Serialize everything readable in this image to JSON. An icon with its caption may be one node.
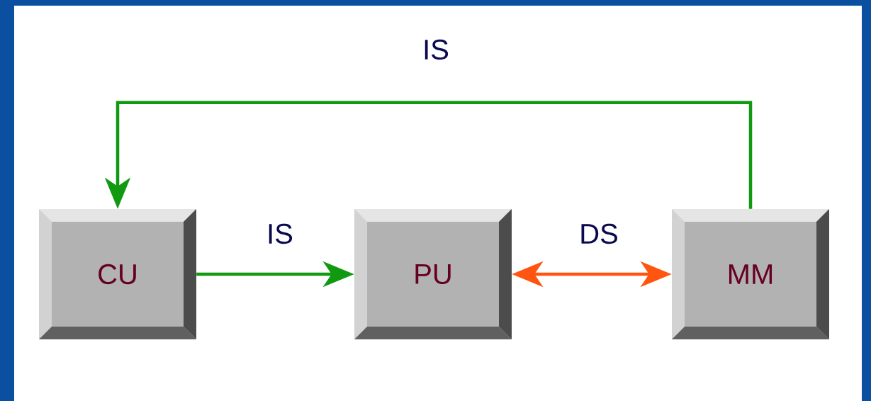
{
  "diagram": {
    "nodes": [
      {
        "text": [
          "CU"
        ]
      },
      {
        "text": [
          "PU"
        ]
      },
      {
        "text": [
          "MM"
        ]
      }
    ],
    "edges": [
      {
        "from": 0,
        "to": 1,
        "arrow": "to",
        "label": "IS"
      },
      {
        "from": 1,
        "to": 2,
        "arrow": "both",
        "label": "DS",
        "color": "#ff5511"
      },
      {
        "from": 2,
        "to": 0,
        "arrow": "to",
        "label": "IS"
      }
    ]
  }
}
